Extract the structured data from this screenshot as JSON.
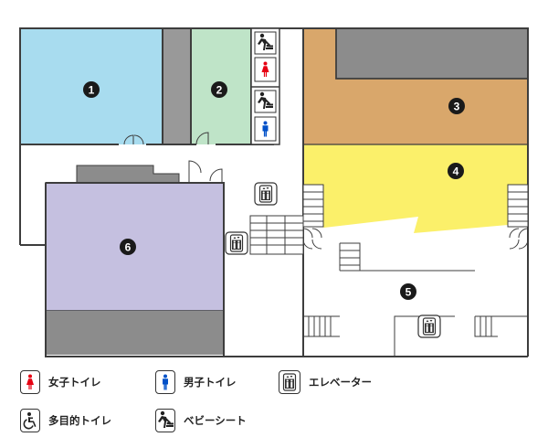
{
  "areas": [
    {
      "id": "1",
      "label": "1",
      "color": "#a8dcef"
    },
    {
      "id": "2",
      "label": "2",
      "color": "#bfe4c8"
    },
    {
      "id": "3",
      "label": "3",
      "color": "#d9a76b"
    },
    {
      "id": "4",
      "label": "4",
      "color": "#fbf06a"
    },
    {
      "id": "5",
      "label": "5",
      "color": "#ffffff"
    },
    {
      "id": "6",
      "label": "6",
      "color": "#c5c0e0"
    }
  ],
  "colors": {
    "wall": "#3d3d3d",
    "block_gray": "#999999",
    "marker": "#1a1a1a",
    "women": "#e60012",
    "men": "#0050c8",
    "icon_dark": "#222222"
  },
  "legend": [
    {
      "icon": "women-toilet-icon",
      "label": "女子トイレ"
    },
    {
      "icon": "men-toilet-icon",
      "label": "男子トイレ"
    },
    {
      "icon": "elevator-icon",
      "label": "エレベーター"
    },
    {
      "icon": "accessible-toilet-icon",
      "label": "多目的トイレ"
    },
    {
      "icon": "baby-changing-icon",
      "label": "ベビーシート"
    }
  ]
}
